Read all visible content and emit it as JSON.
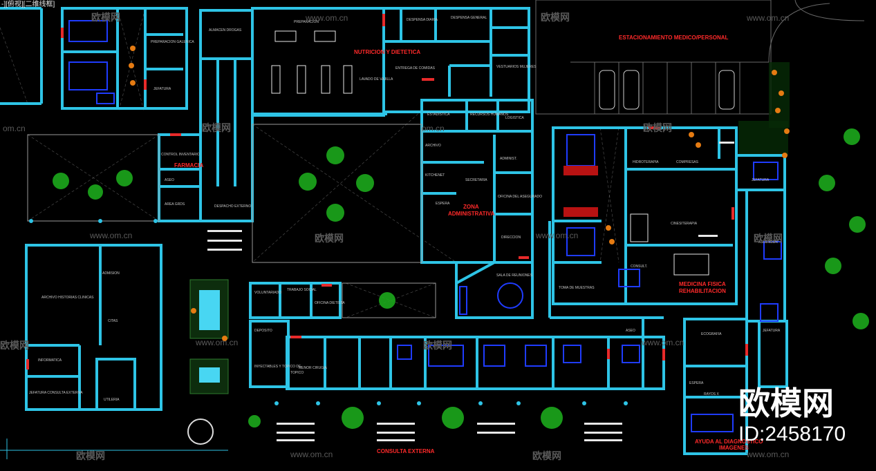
{
  "viewport_label": "-][俯视][二维线框]",
  "parking_title": "ESTACIONAMIENTO MEDICO/PERSONAL",
  "zones": {
    "nutricion": "NUTRICION Y DIETETICA",
    "farmacia": "FARMACIA",
    "administrativa_1": "ZONA",
    "administrativa_2": "ADMINISTRATIVA",
    "medicina_1": "MEDICINA FISICA",
    "medicina_2": "REHABILITACION",
    "consulta": "CONSULTA EXTERNA",
    "ayuda_1": "AYUDA AL DIAGNOSTICO",
    "ayuda_2": "IMAGENES"
  },
  "rooms": {
    "preparacion": "PREPARACION",
    "almacen_drogas": "ALMACEN DROGAS",
    "preparacion_galenica": "PREPARACION GALENICA",
    "jefatura": "JEFATURA",
    "despensa_diaria": "DESPENSA DIARIA",
    "despensa_general": "DESPENSA GENERAL",
    "vestuarios_mujeres": "VESTUARIOS MUJERES",
    "entrega_comidas": "ENTREGA DE COMIDAS",
    "lavado_vajilla": "LAVADO DE VAJILLA",
    "control_inventario": "CONTROL INVENTARIO",
    "aseo": "ASEO",
    "area_grds": "AREA GRDS",
    "despacho_externo": "DESPACHO EXTERNO",
    "estadistica": "ESTADISTICA",
    "recursos_humanos": "RECURSOS HUMANOS",
    "logistica": "LOGISTICA",
    "archivo": "ARCHIVO",
    "kitchenet": "KITCHENET",
    "espera": "ESPERA",
    "secretaria": "SECRETARIA",
    "administ": "ADMINIST.",
    "oficina_asegurado": "OFICINA DEL ASEGURADO",
    "direccion": "DIRECCION",
    "sala_reuniones": "SALA DE REUNIONES",
    "hidroterapia": "HIDROTERAPIA",
    "compresas": "COMPRESAS",
    "jefatura_2": "JEFATURA",
    "cinesiterapia": "CINESITERAPIA",
    "consult": "CONSULT.",
    "toma_muestras": "TOMA DE MUESTRAS",
    "archivo_historias": "ARCHIVO HISTORIAS CLINICAS",
    "admision": "ADMISION",
    "citas": "CITAS",
    "informatica": "INFORMATICA",
    "jefatura_consulta": "JEFATURA CONSULTA EXTERNA",
    "voluntariado": "VOLUNTARIADO",
    "trabajo_social": "TRABAJO SOCIAL",
    "oficina_dietista": "OFICINA DIETISTA",
    "deposito": "DEPOSITO",
    "topico": "TOPICO",
    "menor_cirugia": "MENOR CIRUGIA",
    "inyectables": "INYECTABLES Y TOPICO DE",
    "ecografia": "ECOGRAFIA",
    "rayos_x": "RAYOS X",
    "espera_2": "ESPERA",
    "jefatura_3": "JEFATURA",
    "ascensor": "ASCENSOR",
    "aseo_2": "ASEO",
    "utileria": "UTILERIA"
  },
  "watermarks": {
    "brand": "欧模网",
    "url": "www.om.cn",
    "url_short": "om.cn",
    "big_brand": "欧模网",
    "id": "ID:2458170"
  },
  "colors": {
    "wall": "#2ec4e6",
    "door": "#e82a2a",
    "furniture": "#1f3cff",
    "plant": "#1ca81c",
    "text": "#c8c8c8",
    "zone_text": "#ff2a2a",
    "background": "#000000"
  }
}
